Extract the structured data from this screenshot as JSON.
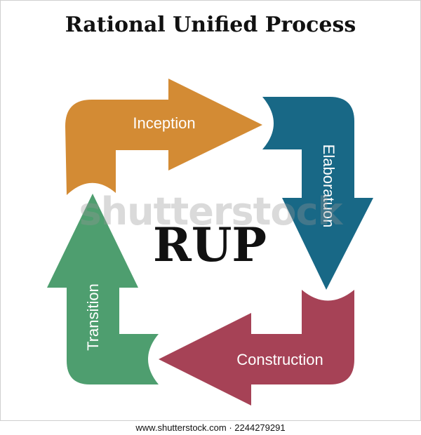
{
  "title": "Rational Unified Process",
  "center_label": "RUP",
  "phases": [
    {
      "label": "Inception",
      "color": "#D38B34"
    },
    {
      "label": "Elaboratuon",
      "color": "#186886"
    },
    {
      "label": "Construction",
      "color": "#A64256"
    },
    {
      "label": "Transition",
      "color": "#4E9E6F"
    }
  ],
  "watermark": "shutterstock",
  "footer": "www.shutterstock.com · 2244279291"
}
